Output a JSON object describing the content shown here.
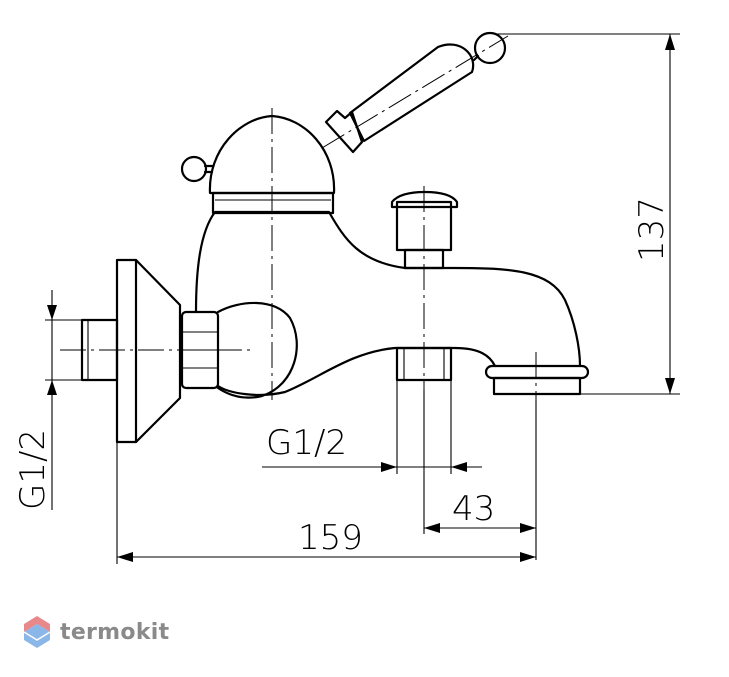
{
  "dimensions": {
    "height_overall": "137",
    "thread_wall": "G1/2",
    "thread_outlet": "G1/2",
    "outlet_offset": "43",
    "length_overall": "159"
  },
  "brand": {
    "name": "termokit",
    "logo_colors": [
      "#e8888a",
      "#8ab6e8"
    ]
  }
}
